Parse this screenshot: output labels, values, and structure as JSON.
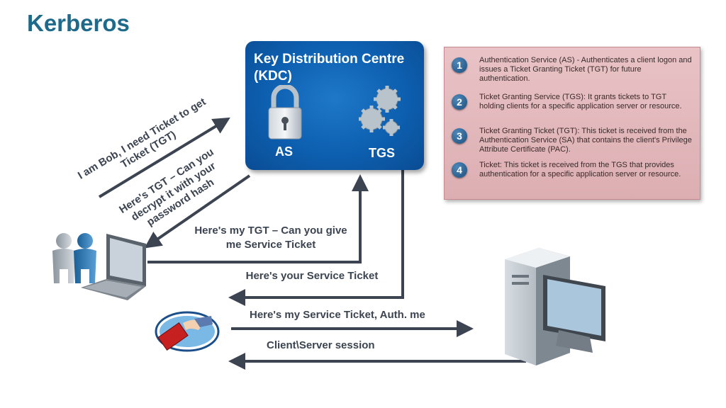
{
  "title": "Kerberos",
  "kdc": {
    "title": "Key Distribution Centre (KDC)",
    "as_label": "AS",
    "tgs_label": "TGS"
  },
  "legend": [
    {
      "number": "1",
      "text": "Authentication Service (AS) - Authenticates a client logon and issues a Ticket Granting Ticket (TGT) for future authentication."
    },
    {
      "number": "2",
      "text": "Ticket Granting Service (TGS): It grants tickets to TGT holding clients for a specific application server or resource."
    },
    {
      "number": "3",
      "text": "Ticket Granting Ticket (TGT): This ticket is received from the Authentication Service (SA) that contains the client's Privilege Attribute Certificate (PAC)."
    },
    {
      "number": "4",
      "text": "Ticket: This ticket is received from the TGS that provides authentication for a specific application server or resource."
    }
  ],
  "messages": {
    "request_tgt": "I am Bob, I need Ticket to get Ticket (TGT)",
    "tgt_reply": "Here's TGT – Can you decrypt it with your password hash",
    "tgt_to_tgs": "Here's my TGT – Can you give me Service Ticket",
    "service_ticket_reply": "Here's your Service Ticket",
    "auth_request": "Here's my Service Ticket, Auth. me",
    "session": "Client\\Server session"
  }
}
